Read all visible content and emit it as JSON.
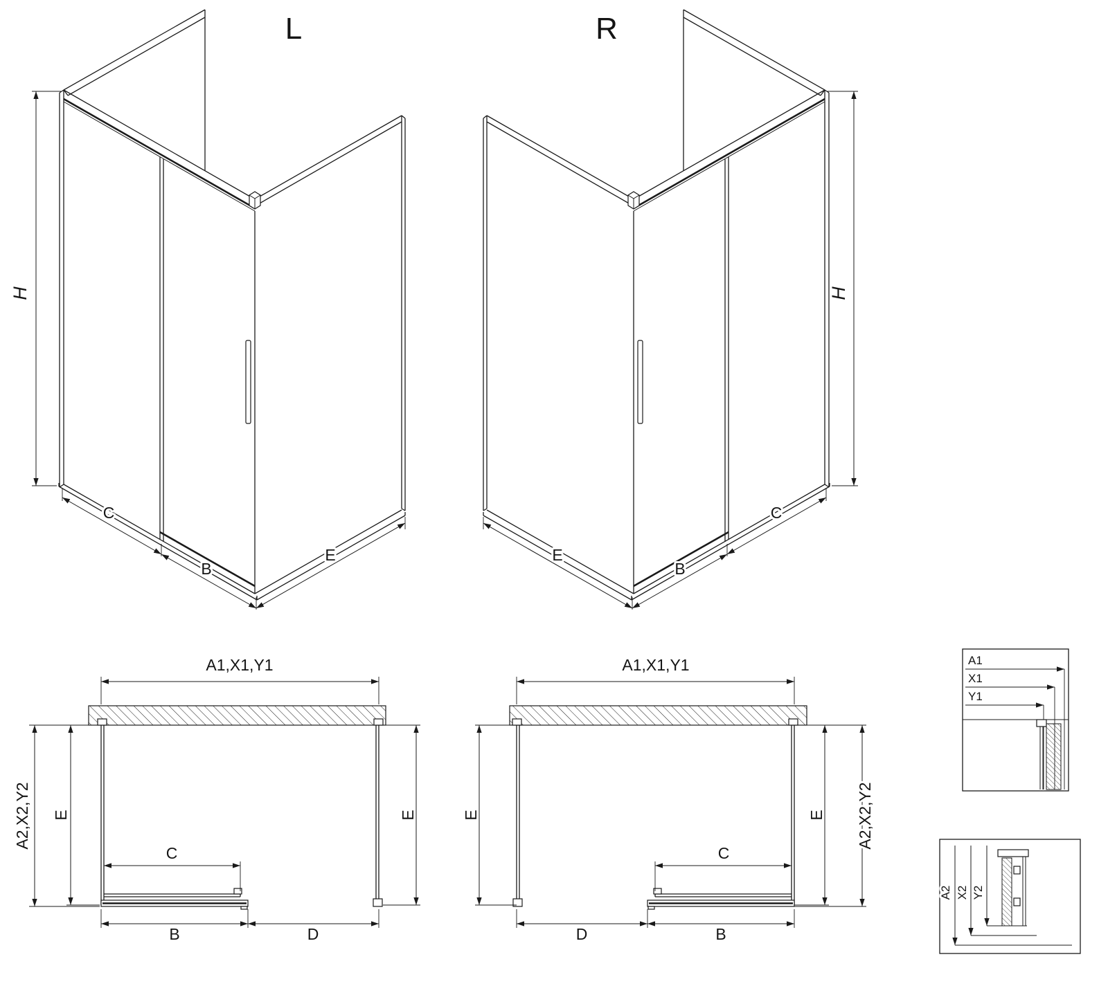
{
  "colors": {
    "line": "#1a1a1a",
    "background": "#ffffff"
  },
  "diagram": {
    "iso_left": {
      "title": "L",
      "h": "H",
      "c": "C",
      "b": "B",
      "e": "E"
    },
    "iso_right": {
      "title": "R",
      "h": "H",
      "c": "C",
      "b": "B",
      "e": "E"
    },
    "plan_left": {
      "top": "A1,X1,Y1",
      "outer": "A2,X2,Y2",
      "e_left": "E",
      "e_right": "E",
      "c": "C",
      "b": "B",
      "d": "D"
    },
    "plan_right": {
      "top": "A1,X1,Y1",
      "outer": "A2,X2,Y2",
      "e_left": "E",
      "e_right": "E",
      "c": "C",
      "b": "B",
      "d": "D"
    },
    "detail_top": {
      "a1": "A1",
      "x1": "X1",
      "y1": "Y1"
    },
    "detail_bottom": {
      "a2": "A2",
      "x2": "X2",
      "y2": "Y2"
    }
  }
}
